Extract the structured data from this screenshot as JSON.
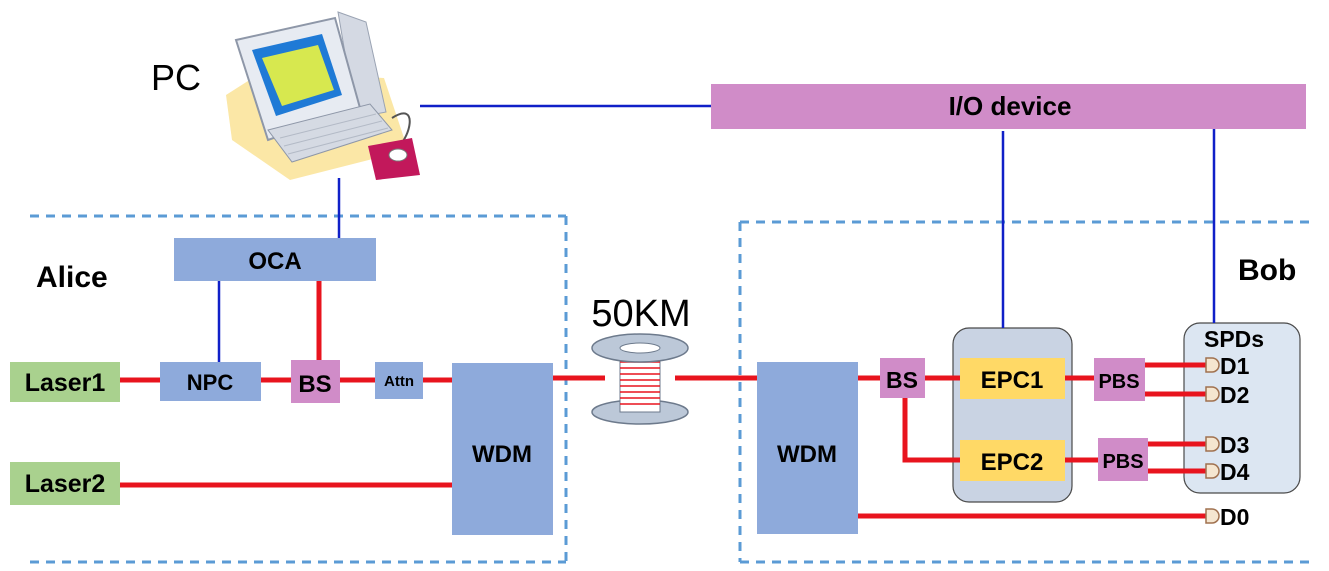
{
  "labels": {
    "pc": "PC",
    "io_device": "I/O device",
    "alice": "Alice",
    "bob": "Bob",
    "oca": "OCA",
    "fiber_length": "50KM",
    "laser1": "Laser1",
    "laser2": "Laser2",
    "npc": "NPC",
    "bs_alice": "BS",
    "attn": "Attn",
    "wdm_alice": "WDM",
    "wdm_bob": "WDM",
    "bs_bob": "BS",
    "epc1": "EPC1",
    "epc2": "EPC2",
    "pbs1": "PBS",
    "pbs2": "PBS",
    "spds": "SPDs",
    "d0": "D0",
    "d1": "D1",
    "d2": "D2",
    "d3": "D3",
    "d4": "D4"
  },
  "colors": {
    "optical_link": "#e8141e",
    "electrical_link": "#1020c8",
    "blue_block": "#8eaadb",
    "pink_block": "#d08cc8",
    "green_block": "#a9d18e",
    "yellow_block": "#ffd966",
    "group_border": "#5b9bd5",
    "spd_panel": "#dce6f2",
    "epc_panel": "#c9d3e3"
  },
  "icons": {
    "pc": "desktop-computer-icon",
    "fiber_spool": "fiber-spool-icon",
    "detector": "photodetector-icon"
  }
}
